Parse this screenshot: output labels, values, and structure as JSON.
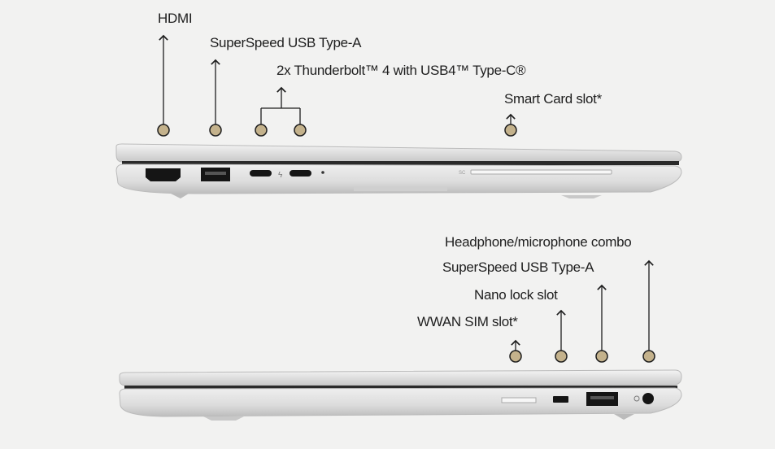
{
  "top_view": {
    "labels": {
      "hdmi": "HDMI",
      "usb_a": "SuperSpeed USB Type-A",
      "thunderbolt": "2x Thunderbolt™ 4 with USB4™ Type-C®",
      "smart_card": "Smart Card slot*"
    }
  },
  "bottom_view": {
    "labels": {
      "headphone": "Headphone/microphone combo",
      "usb_a": "SuperSpeed USB Type-A",
      "nano_lock": "Nano lock slot",
      "wwan_sim": "WWAN SIM slot*"
    }
  },
  "colors": {
    "background": "#f2f2f1",
    "callout_dot": "#c4b28c",
    "line": "#1e1e1e",
    "chassis": "#dcdcdc"
  }
}
